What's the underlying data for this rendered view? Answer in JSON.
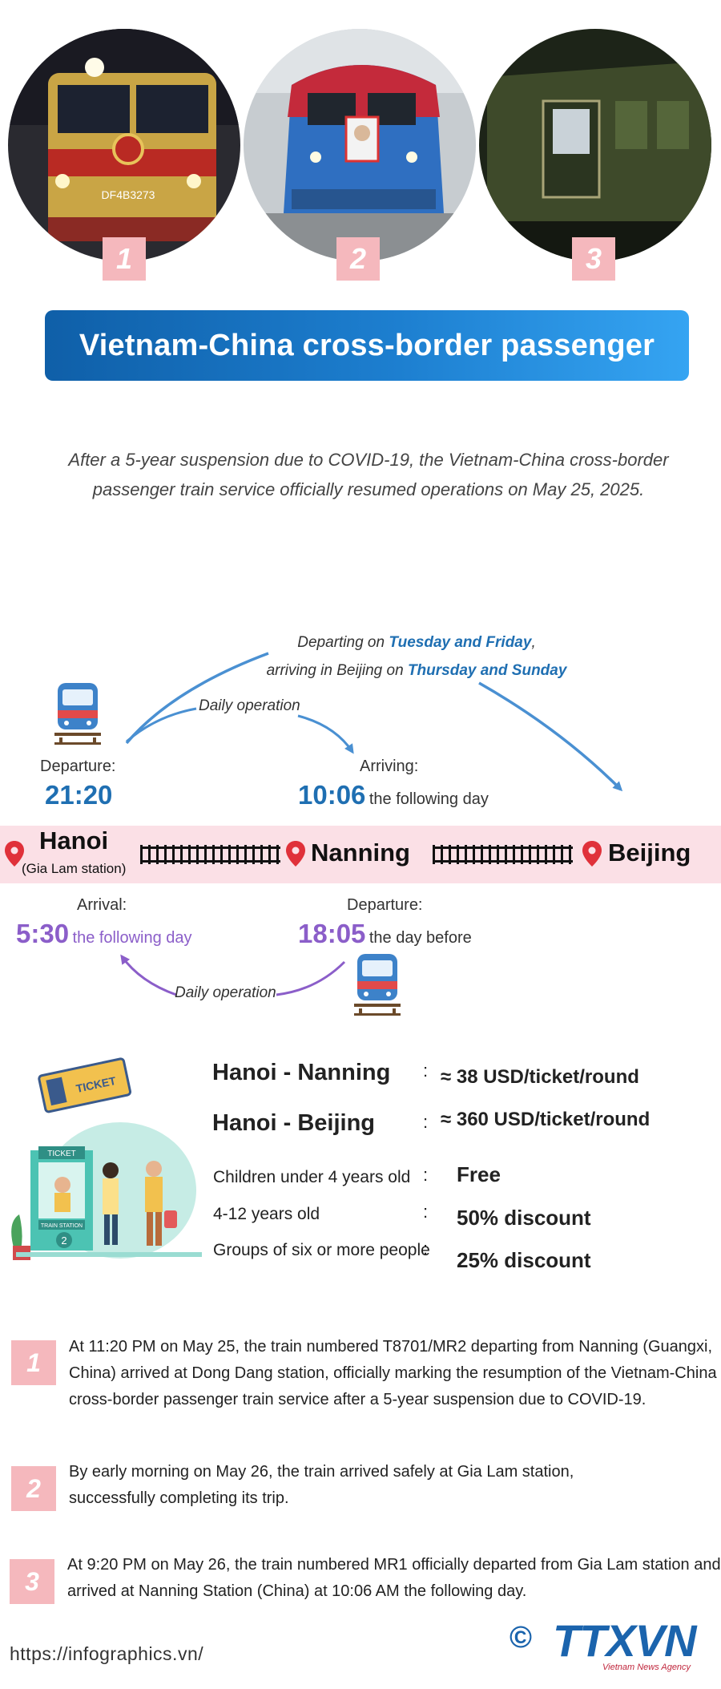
{
  "photos": [
    {
      "badge": "1",
      "loco_plate": "DF4B3273"
    },
    {
      "badge": "2"
    },
    {
      "badge": "3"
    }
  ],
  "title": "Vietnam-China cross-border passenger trains",
  "intro": {
    "line1": "After a 5-year suspension due to COVID-19, the Vietnam-China cross-border",
    "line2": "passenger train service officially resumed operations on May 25, 2025."
  },
  "route": {
    "beijing_note": {
      "line1_prefix": "Departing on ",
      "line1_days": "Tuesday and Friday",
      "line1_suffix": ",",
      "line2_prefix": "arriving in Beijing on ",
      "line2_days": "Thursday and Sunday"
    },
    "daily_top": "Daily operation",
    "daily_bottom": "Daily operation",
    "outbound": {
      "departure_label": "Departure:",
      "departure_time": "21:20",
      "arriving_label": "Arriving:",
      "arriving_time": "10:06",
      "arriving_suffix": "the following day"
    },
    "stations": {
      "hanoi": "Hanoi",
      "hanoi_sub": "(Gia Lam station)",
      "nanning": "Nanning",
      "beijing": "Beijing"
    },
    "return": {
      "arrival_label": "Arrival:",
      "arrival_time": "5:30",
      "arrival_suffix": "the following day",
      "departure_label": "Departure:",
      "departure_time": "18:05",
      "departure_suffix": "the day before"
    }
  },
  "tickets": {
    "ticket_sign": "TICKET",
    "booth_sign": "TICKET",
    "station_sign": "TRAIN STATION",
    "booth_number": "2",
    "routes": [
      {
        "name": "Hanoi - Nanning",
        "colon": ":",
        "price": "≈ 38 USD/ticket/round"
      },
      {
        "name": "Hanoi - Beijing",
        "colon": ":",
        "price": "≈ 360 USD/ticket/round"
      }
    ],
    "discounts": [
      {
        "category": "Children under 4 years old",
        "colon": ":",
        "value": "Free"
      },
      {
        "category": "4-12 years old",
        "colon": ":",
        "value": "50% discount"
      },
      {
        "category": "Groups of six or more people",
        "colon": ":",
        "value": "25% discount"
      }
    ]
  },
  "notes": [
    {
      "num": "1",
      "lines": [
        "At 11:20 PM on May 25, the train numbered T8701/MR2 departing from Nanning (Guangxi,",
        "China) arrived at Dong Dang station, officially marking the resumption of the Vietnam-China",
        "cross-border passenger train service after a 5-year suspension due to COVID-19."
      ]
    },
    {
      "num": "2",
      "lines": [
        "By early morning on May 26, the train arrived safely at Gia Lam station,",
        "successfully completing its trip."
      ]
    },
    {
      "num": "3",
      "lines": [
        "At 9:20 PM on May 26,  the train numbered MR1 officially departed from Gia Lam station and",
        "arrived at Nanning Station (China) at 10:06 AM the following day."
      ]
    }
  ],
  "footer": {
    "url": "https://infographics.vn/",
    "copyright": "©",
    "logo": "TTXVN",
    "logo_sub": "Vietnam News Agency"
  },
  "colors": {
    "title_gradient": [
      "#0f5fa8",
      "#35a4f2"
    ],
    "outbound_time": "#1f6fb2",
    "return_time": "#8b5ec9",
    "band": "#fbe0e6",
    "badge": "#f5b8bd",
    "pin": "#e0313a"
  }
}
